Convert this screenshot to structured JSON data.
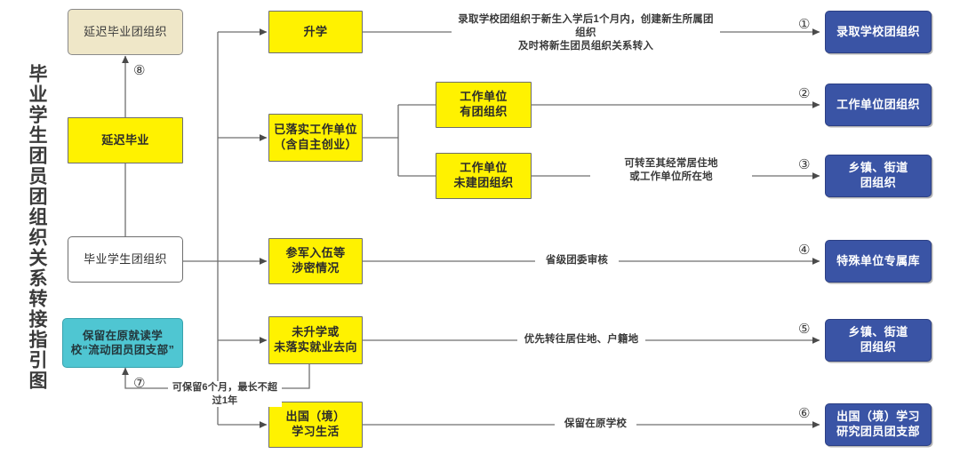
{
  "title": {
    "text": "毕业学生团员团组织关系转接指引图"
  },
  "colors": {
    "yellow": "#FFF200",
    "blue": "#3A54A5",
    "teal": "#4FC6D2",
    "beige": "#EFE7C8",
    "white": "#FFFFFF",
    "line": "#6F6F6F",
    "text": "#3A3A3A"
  },
  "nodes": {
    "root": {
      "label": "毕业学生团组织"
    },
    "delayed_grad": {
      "label": "延迟毕业"
    },
    "delayed_grad_org": {
      "label": "延迟毕业团组织"
    },
    "mobile_branch": {
      "label": "保留在原就读学\n校“流动团员团支部”"
    },
    "further_study": {
      "label": "升学"
    },
    "employed": {
      "label": "已落实工作单位\n（含自主创业）"
    },
    "employer_has_org": {
      "label": "工作单位\n有团组织"
    },
    "employer_no_org": {
      "label": "工作单位\n未建团组织"
    },
    "military": {
      "label": "参军入伍等\n涉密情况"
    },
    "unsettled": {
      "label": "未升学或\n未落实就业去向"
    },
    "abroad": {
      "label": "出国（境）\n学习生活"
    }
  },
  "targets": {
    "t1": {
      "label": "录取学校团组织"
    },
    "t2": {
      "label": "工作单位团组织"
    },
    "t3": {
      "label": "乡镇、街道\n团组织"
    },
    "t4": {
      "label": "特殊单位专属库"
    },
    "t5": {
      "label": "乡镇、街道\n团组织"
    },
    "t6": {
      "label": "出国（境）学习\n研究团员团支部"
    }
  },
  "edge_labels": {
    "e1": "录取学校团组织于新生入学后1个月内，创建新生所属团组织\n及时将新生团员组织关系转入",
    "e3": "可转至其经常居住地\n或工作单位所在地",
    "e4": "省级团委审核",
    "e5": "优先转往居住地、户籍地",
    "e6": "保留在原学校",
    "e7": "可保留6个月，最长不超过1年"
  },
  "markers": {
    "m1": "①",
    "m2": "②",
    "m3": "③",
    "m4": "④",
    "m5": "⑤",
    "m6": "⑥",
    "m7": "⑦",
    "m8": "⑧"
  }
}
